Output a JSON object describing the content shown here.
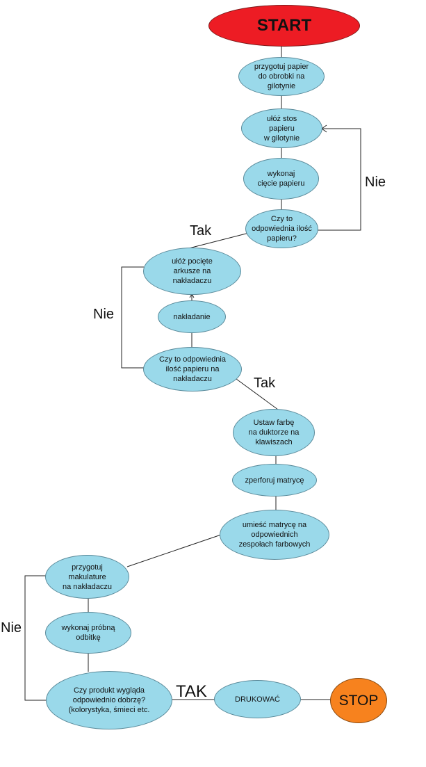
{
  "nodes": {
    "start": "START",
    "prepare_paper": "przygotuj papier\ndo obrobki na\ngilotynie",
    "stack_paper": "ułóż stos\npapieru\nw gilotynie",
    "cut_paper": "wykonaj\ncięcie papieru",
    "check_paper_qty": "Czy to\nodpowiednia ilość\npapieru?",
    "place_sheets": "ułóż pocięte\narkusze na\nnakładaczu",
    "loading": "nakładanie",
    "check_feeder_qty": "Czy to odpowiednia\nilość papieru na\nnakładaczu",
    "set_ink": "Ustaw farbę\nna duktorze na\nklawiszach",
    "perforate_plate": "zperforuj matrycę",
    "mount_plate": "umieść matrycę na\nodpowiednich\nzespołach farbowych",
    "prepare_waste": "przygotuj\nmakulature\nna nakładaczu",
    "proof_print": "wykonaj próbną\nodbitkę",
    "check_quality": "Czy produkt wygląda\nodpowiednio dobrzę?\n(kolorystyka, śmieci etc.",
    "print": "DRUKOWAĆ",
    "stop": "STOP"
  },
  "edge_labels": {
    "no_1": "Nie",
    "yes_1": "Tak",
    "no_2": "Nie",
    "yes_2": "Tak",
    "no_3": "Nie",
    "yes_3": "TAK"
  },
  "colors": {
    "process": "#9ad9ea",
    "start": "#ed1c24",
    "stop": "#f7821e"
  }
}
